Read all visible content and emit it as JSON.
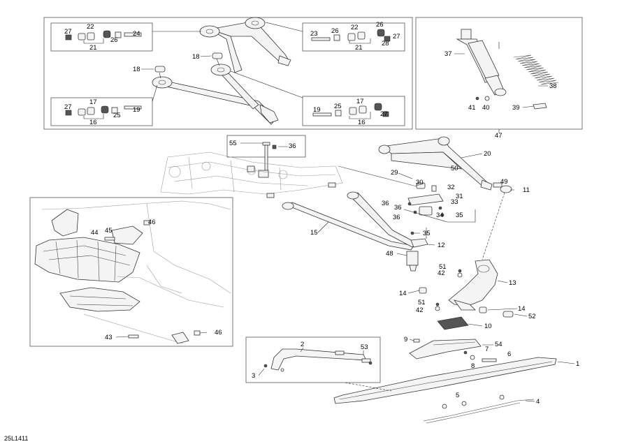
{
  "diagram_ref": "25L1411",
  "callouts": {
    "c1": "1",
    "c2": "2",
    "c3": "3",
    "c4": "4",
    "c5": "5",
    "c6": "6",
    "c7": "7",
    "c8": "8",
    "c9": "9",
    "c10": "10",
    "c11": "11",
    "c12": "12",
    "c13": "13",
    "c14a": "14",
    "c14b": "14",
    "c15": "15",
    "c16a": "16",
    "c16b": "16",
    "c17a": "17",
    "c17b": "17",
    "c18a": "18",
    "c18b": "18",
    "c19a": "19",
    "c19b": "19",
    "c20": "20",
    "c21a": "21",
    "c21b": "21",
    "c22a": "22",
    "c22b": "22",
    "c23": "23",
    "c24": "24",
    "c25a": "25",
    "c25b": "25",
    "c26a": "26",
    "c26b": "26",
    "c26c": "26",
    "c27a": "27",
    "c27b": "27",
    "c27c": "27",
    "c27d": "27",
    "c28": "28",
    "c29": "29",
    "c30": "30",
    "c31": "31",
    "c32": "32",
    "c33": "33",
    "c34": "34",
    "c35a": "35",
    "c35b": "35",
    "c36a": "36",
    "c36b": "36",
    "c36c": "36",
    "c36d": "36",
    "c37": "37",
    "c38": "38",
    "c39": "39",
    "c40": "40",
    "c41": "41",
    "c42a": "42",
    "c42b": "42",
    "c43": "43",
    "c44": "44",
    "c45": "45",
    "c46a": "46",
    "c46b": "46",
    "c47": "47",
    "c48": "48",
    "c49": "49",
    "c50": "50",
    "c51a": "51",
    "c51b": "51",
    "c52": "52",
    "c53": "53",
    "c54": "54",
    "c55": "55"
  }
}
